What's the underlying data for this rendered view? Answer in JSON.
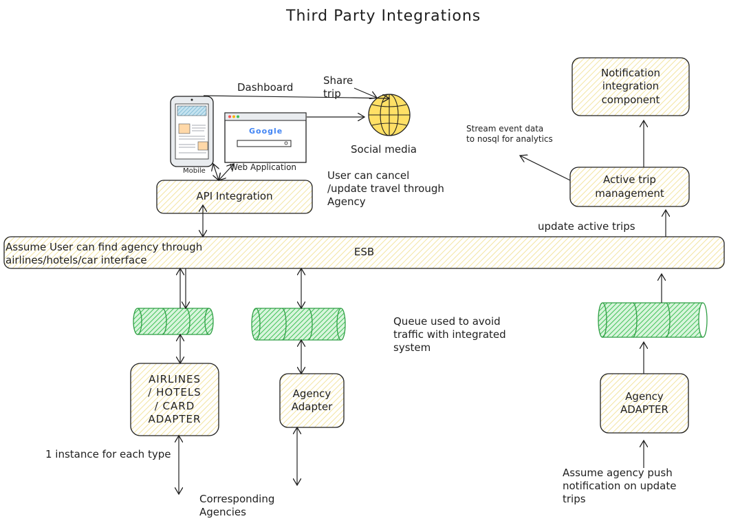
{
  "title": "Third Party Integrations",
  "colors": {
    "box_fill": "#fff9db",
    "queue_fill": "#b2f2bb",
    "queue_stroke": "#2f9e44",
    "stroke": "#1e1e1e",
    "globe_fill": "#ffe066"
  },
  "clients": {
    "mobile_label": "Mobile",
    "web_label": "Web Application",
    "browser_logo": "Google"
  },
  "social_media": {
    "label": "Social media",
    "icon": "globe-icon"
  },
  "edges": {
    "dashboard": "Dashboard",
    "share_trip": "Share\ntrip",
    "update_active_trips": "update active trips",
    "stream_event": "Stream event data\nto nosql for analytics"
  },
  "boxes": {
    "api_integration": "API Integration",
    "esb": "ESB",
    "airlines_adapter": "AIRLINES\n/ HOTELS\n/ CARD\nADAPTER",
    "agency_adapter_left": "Agency\nAdapter",
    "agency_adapter_right": "Agency\nADAPTER",
    "active_trip": "Active trip\nmanagement",
    "notification": "Notification\nintegration\ncomponent"
  },
  "notes": {
    "cancel_update": "User can cancel\n/update travel through\nAgency",
    "assume_find": "Assume User can find agency through\nairlines/hotels/car interface",
    "queue_note": "Queue used to avoid\ntraffic with integrated\nsystem",
    "one_instance": "1 instance for each type",
    "corresponding": "Corresponding\nAgencies",
    "assume_push": "Assume agency push\nnotification on update\ntrips"
  }
}
